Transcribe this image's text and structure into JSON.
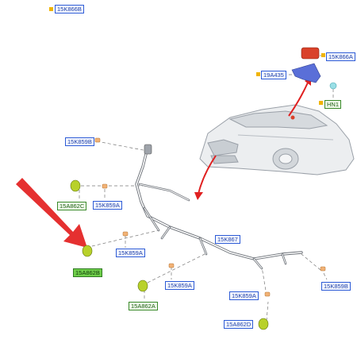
{
  "labels": {
    "top_part": "15K866B",
    "module_part": "15K866A",
    "bracket_part": "19A435",
    "nut_part": "HN1",
    "harness_connector_part": "15K859B",
    "sensor_left_top": "15A862C",
    "clip_left_top": "15K859A",
    "sensor_left_arrow": "15A862B",
    "clip_left_mid": "15K859A",
    "harness_part": "15K867",
    "sensor_bottom_mid": "15A862A",
    "clip_bottom_mid": "15K859A",
    "clip_bottom_right": "15K859A",
    "sensor_bottom_right": "15A862D",
    "clip_right": "15K859B"
  },
  "colors": {
    "label_border": "#2d5bd6",
    "label_text": "#1e3fa8",
    "green_label_border": "#3a8a2a",
    "highlight_fill": "#6fcf4a",
    "pointer_arrow": "#e02020",
    "tick_marker": "#f0b400",
    "sensor_body": "#b8d12a",
    "clip_body": "#f2b276",
    "module_body": "#d9412a",
    "bracket_body": "#5a6fd8"
  }
}
